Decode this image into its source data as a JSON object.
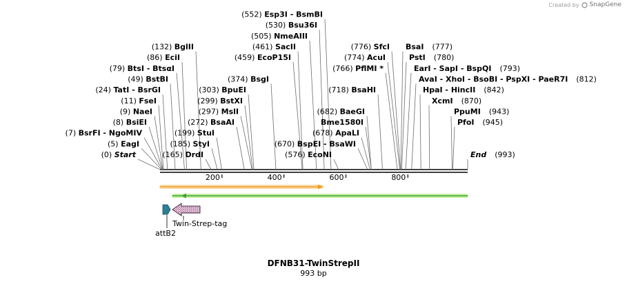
{
  "header": {
    "credit_prefix": "Created by",
    "credit_brand": "SnapGene"
  },
  "sequence": {
    "name": "DFNB31-TwinStrepII",
    "length_label": "993 bp",
    "length": 993
  },
  "ruler": {
    "ticks": [
      {
        "pos": 200,
        "label": "200"
      },
      {
        "pos": 400,
        "label": "400"
      },
      {
        "pos": 600,
        "label": "600"
      },
      {
        "pos": 800,
        "label": "800"
      }
    ]
  },
  "sites": [
    {
      "text": "(0)",
      "name": "Start",
      "italic": true,
      "pos": 0
    },
    {
      "text": "(5)",
      "name": "EagI",
      "pos": 5
    },
    {
      "text": "(7)",
      "name": "BsrFI  -  NgoMIV",
      "pos": 7
    },
    {
      "text": "(8)",
      "name": "BsiEI",
      "pos": 8
    },
    {
      "text": "(9)",
      "name": "NaeI",
      "pos": 9
    },
    {
      "text": "(11)",
      "name": "FseI",
      "pos": 11
    },
    {
      "text": "(24)",
      "name": "TatI  -  BsrGI",
      "pos": 24
    },
    {
      "text": "(49)",
      "name": "BstBI",
      "pos": 49
    },
    {
      "text": "(79)",
      "name": "BtsI  -  BtsαI",
      "pos": 79
    },
    {
      "text": "(86)",
      "name": "EciI",
      "pos": 86
    },
    {
      "text": "(132)",
      "name": "BglII",
      "pos": 132
    },
    {
      "text": "(165)",
      "name": "DrdI",
      "pos": 165
    },
    {
      "text": "(185)",
      "name": "StyI",
      "pos": 185
    },
    {
      "text": "(199)",
      "name": "StuI",
      "pos": 199
    },
    {
      "text": "(272)",
      "name": "BsaAI",
      "pos": 272
    },
    {
      "text": "(297)",
      "name": "MslI",
      "pos": 297
    },
    {
      "text": "(299)",
      "name": "BstXI",
      "pos": 299
    },
    {
      "text": "(303)",
      "name": "BpuEI",
      "pos": 303
    },
    {
      "text": "(374)",
      "name": "BsgI",
      "pos": 374
    },
    {
      "text": "(459)",
      "name": "EcoP15I",
      "pos": 459
    },
    {
      "text": "(461)",
      "name": "SacII",
      "pos": 461
    },
    {
      "text": "(505)",
      "name": "NmeAIII",
      "pos": 505
    },
    {
      "text": "(530)",
      "name": "Bsu36I",
      "pos": 530
    },
    {
      "text": "(552)",
      "name": "Esp3I  -  BsmBI",
      "pos": 552
    },
    {
      "text": "(576)",
      "name": "EcoNI",
      "pos": 576
    },
    {
      "text": "(670)",
      "name": "BspEI  -  BsaWI",
      "pos": 670
    },
    {
      "text": "(678)",
      "name": "ApaLI",
      "pos": 678
    },
    {
      "text": "",
      "name": "Bme1580I",
      "pos": 682
    },
    {
      "text": "(682)",
      "name": "BaeGI",
      "pos": 682
    },
    {
      "text": "(718)",
      "name": "BsaHI",
      "pos": 718
    },
    {
      "text": "(766)",
      "name": "PflMI *",
      "pos": 766
    },
    {
      "text": "(774)",
      "name": "AcuI",
      "pos": 774
    },
    {
      "text": "(776)",
      "name": "SfcI",
      "pos": 776
    },
    {
      "text": "(777)",
      "name": "BsaI",
      "pos": 777,
      "num_after": true
    },
    {
      "text": "(780)",
      "name": "PstI",
      "pos": 780,
      "num_after": true
    },
    {
      "text": "(793)",
      "name": "EarI  -  SapI  -  BspQI",
      "pos": 793,
      "num_after": true
    },
    {
      "text": "(812)",
      "name": "AvaI  -  XhoI  -  BsoBI  -  PspXI  -  PaeR7I",
      "pos": 812,
      "num_after": true
    },
    {
      "text": "(842)",
      "name": "HpaI  -  HincII",
      "pos": 842,
      "num_after": true
    },
    {
      "text": "(870)",
      "name": "XcmI",
      "pos": 870,
      "num_after": true
    },
    {
      "text": "(943)",
      "name": "PpuMI",
      "pos": 943,
      "num_after": true
    },
    {
      "text": "(945)",
      "name": "PfoI",
      "pos": 945,
      "num_after": true
    },
    {
      "text": "(993)",
      "name": "End",
      "italic": true,
      "pos": 993,
      "num_after": true
    }
  ],
  "orfs": [
    {
      "start": 0,
      "end": 525,
      "direction": "forward",
      "color": "#f0a020",
      "glow": "#f7d9a8"
    },
    {
      "start": 40,
      "end": 993,
      "direction": "reverse",
      "color": "#3da33d",
      "glow": "#c5ef9a"
    }
  ],
  "features": [
    {
      "name": "attB2",
      "start": 12,
      "end": 35,
      "direction": "forward",
      "color": "#2e7f96"
    },
    {
      "name": "Twin-Strep-tag",
      "start": 45,
      "end": 135,
      "direction": "reverse",
      "color": "#c993b8",
      "hatched": true
    }
  ]
}
